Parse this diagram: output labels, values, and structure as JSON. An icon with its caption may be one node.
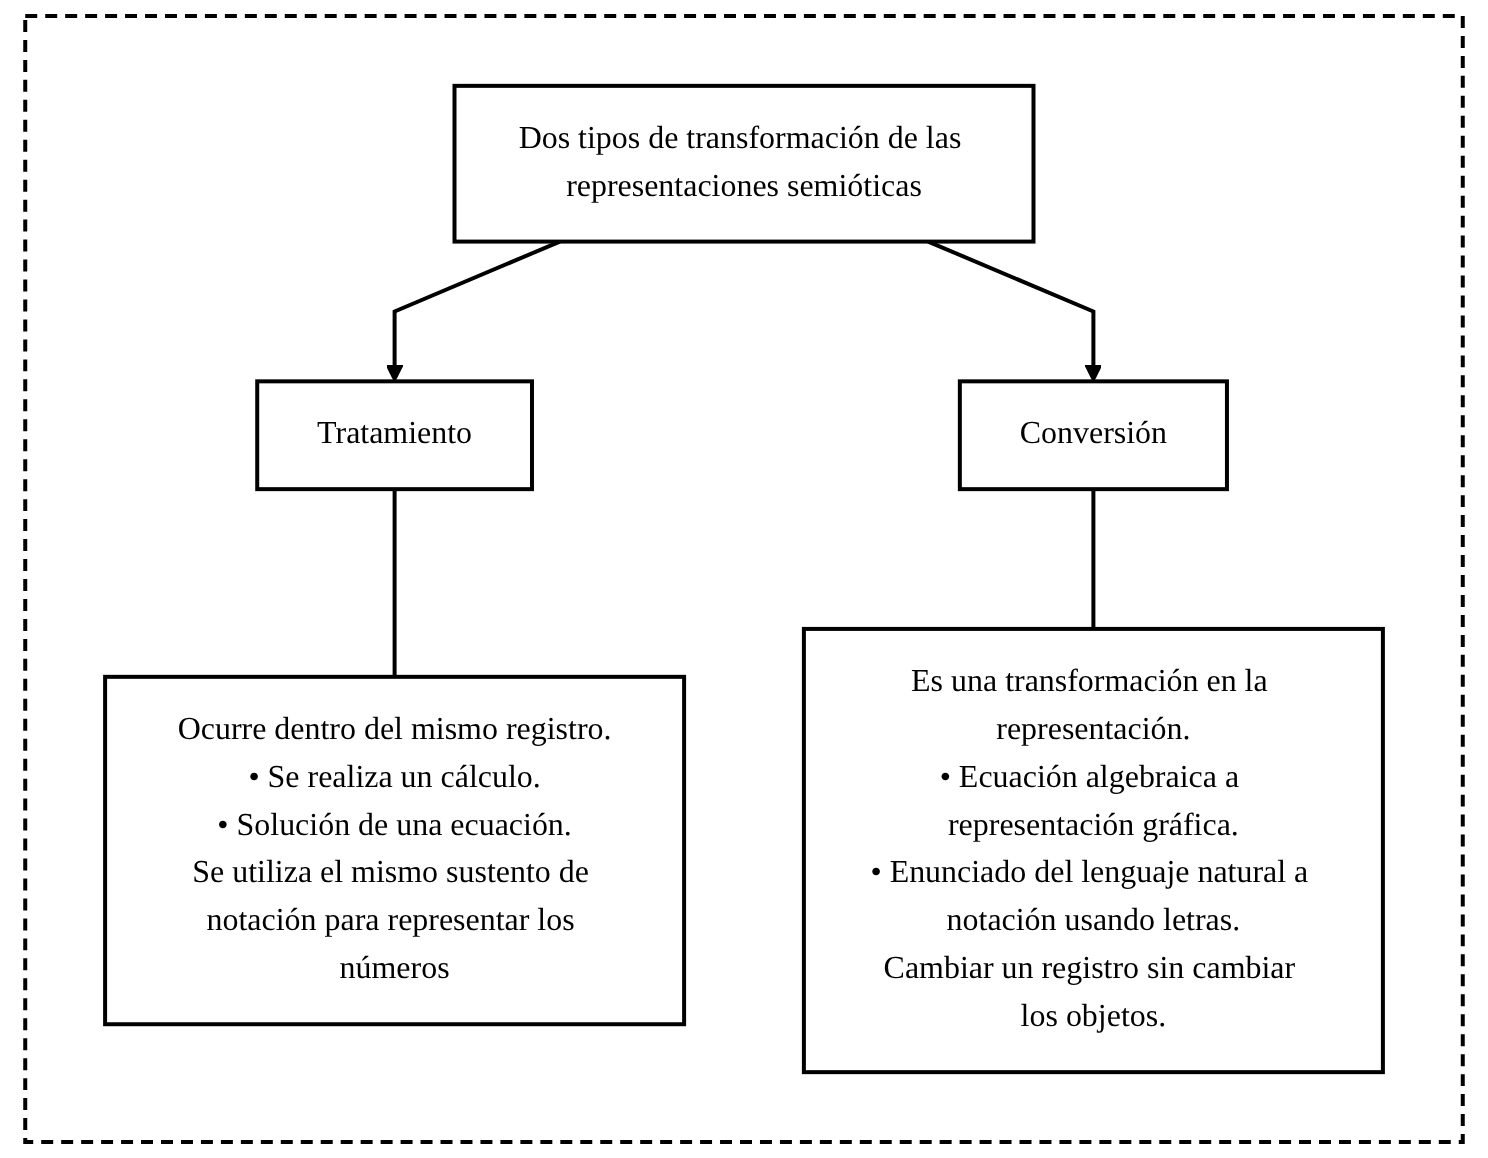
{
  "diagram": {
    "nodes": [
      {
        "text": [],
        "shape": "box"
      },
      {
        "text": [
          "Dos tipos de transformación de las representaciones semióticas"
        ],
        "in": 0
      },
      {
        "text": [
          "Tratamiento"
        ],
        "in": 0
      },
      {
        "text": [
          "Conversión"
        ],
        "in": 0
      },
      {
        "text": [
          "Ocurre dentro del mismo registro.",
          "• Se realiza un cálculo.",
          "• Solución de una ecuación.",
          "Se utiliza el mismo sustento de notación para representar los números"
        ],
        "in": 0
      },
      {
        "text": [
          "Es una transformación en la representación.",
          "• Ecuación algebraica a representación gráfica.",
          "• Enunciado del lenguaje natural a notación usando letras.",
          "Cambiar un registro sin cambiar los objetos."
        ],
        "in": 0
      }
    ],
    "edges": [
      {
        "from": 1,
        "to": 2,
        "arrow": "to"
      },
      {
        "from": 1,
        "to": 3,
        "arrow": "to"
      },
      {
        "from": 2,
        "to": 4,
        "arrow": "none"
      },
      {
        "from": 3,
        "to": 5,
        "arrow": "none"
      }
    ]
  }
}
